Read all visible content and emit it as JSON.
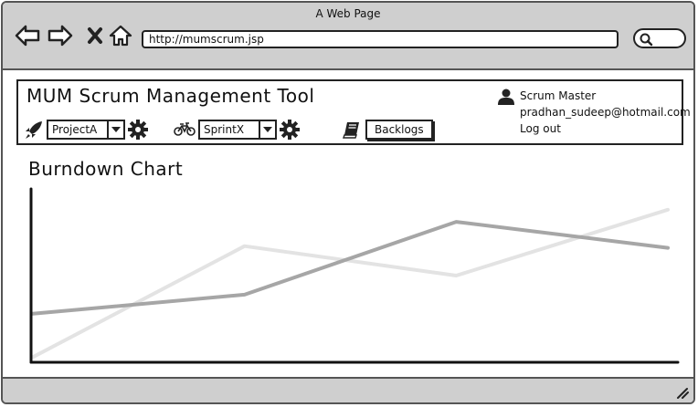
{
  "browser": {
    "window_title": "A Web Page",
    "url": "http://mumscrum.jsp",
    "icons": [
      "back-arrow-icon",
      "forward-arrow-icon",
      "close-x-icon",
      "home-icon",
      "search-icon"
    ]
  },
  "header": {
    "app_title": "MUM Scrum Management Tool",
    "project_select": {
      "value": "ProjectA",
      "icon": "rocket-icon"
    },
    "sprint_select": {
      "value": "SprintX",
      "icon": "bicycle-icon"
    },
    "backlogs_button": {
      "label": "Backlogs",
      "icon": "book-icon"
    },
    "user": {
      "role": "Scrum Master",
      "email": "pradhan_sudeep@hotmail.com",
      "logout_label": "Log out",
      "icon": "user-icon"
    }
  },
  "main": {
    "chart_title": "Burndown Chart"
  },
  "chart_data": {
    "type": "line",
    "title": "Burndown Chart",
    "xlabel": "",
    "ylabel": "",
    "x": [
      0,
      1,
      2,
      3
    ],
    "xlim": [
      0,
      3
    ],
    "ylim": [
      0,
      100
    ],
    "grid": false,
    "series": [
      {
        "values": [
          28,
          39,
          81,
          66
        ],
        "color": "#a6a6a6"
      },
      {
        "values": [
          3,
          67,
          50,
          88
        ],
        "color": "#e3e3e3"
      }
    ]
  }
}
